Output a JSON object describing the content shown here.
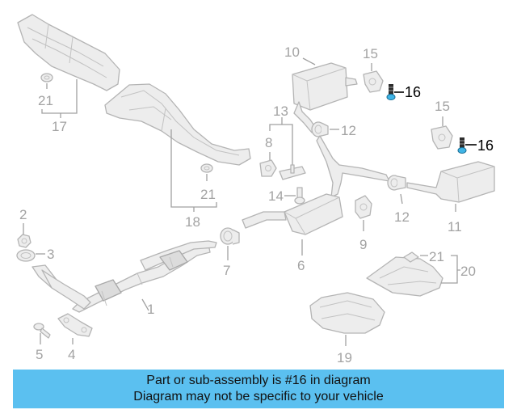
{
  "diagram": {
    "callouts": {
      "c1": "1",
      "c2": "2",
      "c3": "3",
      "c4": "4",
      "c5": "5",
      "c6": "6",
      "c7": "7",
      "c8": "8",
      "c9": "9",
      "c10": "10",
      "c11": "11",
      "c12a": "12",
      "c12b": "12",
      "c13": "13",
      "c14": "14",
      "c15a": "15",
      "c15b": "15",
      "c16a": "16",
      "c16b": "16",
      "c17": "17",
      "c18": "18",
      "c19": "19",
      "c20": "20",
      "c21a": "21",
      "c21b": "21",
      "c21c": "21"
    },
    "highlight_part": "16",
    "highlight_color": "#3fb4e6"
  },
  "banner": {
    "line1": "Part or sub-assembly is #16 in diagram",
    "line2": "Diagram may not be specific to your vehicle",
    "color": "#5bc0f0"
  }
}
